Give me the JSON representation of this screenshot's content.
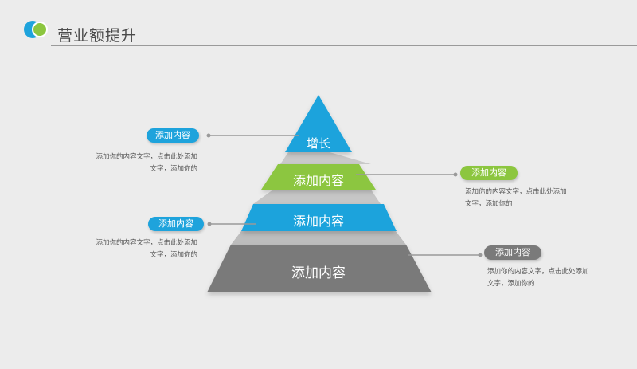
{
  "header": {
    "title": "营业额提升"
  },
  "colors": {
    "blue": "#1ea3dc",
    "green": "#8cc63f",
    "gray": "#7a7a7a"
  },
  "pyramid": {
    "tiers": [
      {
        "label": "增长",
        "color": "blue"
      },
      {
        "label": "添加内容",
        "color": "green"
      },
      {
        "label": "添加内容",
        "color": "blue"
      },
      {
        "label": "添加内容",
        "color": "gray"
      }
    ]
  },
  "callouts": [
    {
      "title": "添加内容",
      "color": "blue",
      "lines": [
        "添加你的内容文字，点击此处添加",
        "文字，添加你的"
      ]
    },
    {
      "title": "添加内容",
      "color": "green",
      "lines": [
        "添加你的内容文字，点击此处添加",
        "文字，添加你的"
      ]
    },
    {
      "title": "添加内容",
      "color": "blue",
      "lines": [
        "添加你的内容文字，点击此处添加",
        "文字，添加你的"
      ]
    },
    {
      "title": "添加内容",
      "color": "gray",
      "lines": [
        "添加你的内容文字，点击此处添加",
        "文字，添加你的"
      ]
    }
  ]
}
